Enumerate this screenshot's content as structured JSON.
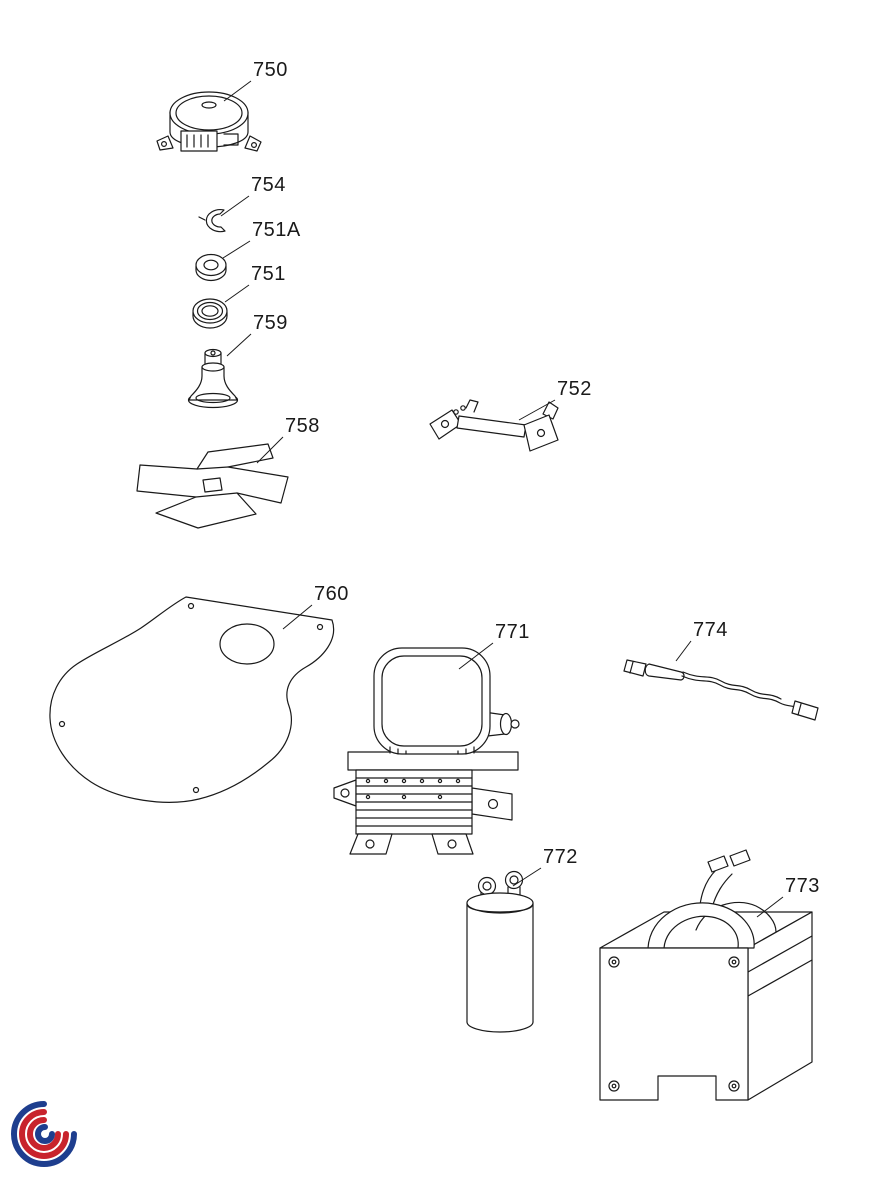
{
  "page": {
    "background": "#ffffff",
    "line_color": "#1a1a1a"
  },
  "parts": [
    {
      "label": "750"
    },
    {
      "label": "754"
    },
    {
      "label": "751A"
    },
    {
      "label": "751"
    },
    {
      "label": "759"
    },
    {
      "label": "758"
    },
    {
      "label": "752"
    },
    {
      "label": "760"
    },
    {
      "label": "771"
    },
    {
      "label": "774"
    },
    {
      "label": "772"
    },
    {
      "label": "773"
    }
  ],
  "logo": {
    "blue": "#1e3e8e",
    "red": "#c8232c"
  }
}
